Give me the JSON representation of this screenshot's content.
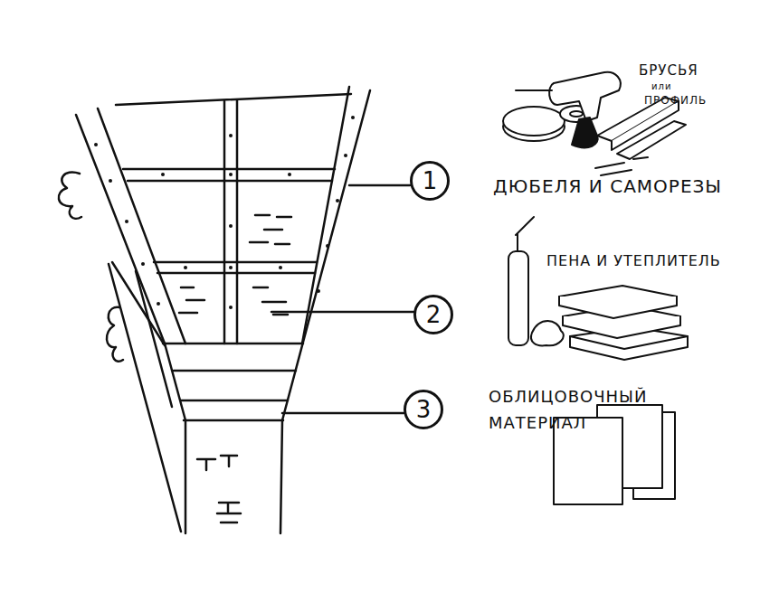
{
  "diagram": {
    "nodes": [
      {
        "text": [
          "1"
        ]
      },
      {
        "text": [
          "2"
        ]
      },
      {
        "text": [
          "3"
        ]
      }
    ],
    "labels": [
      "БРУСЬЯ",
      "или",
      "ПРОФИЛЬ",
      "ДЮБЕЛЯ И САМОРЕЗЫ",
      "ПЕНА И УТЕПЛИТЕЛЬ",
      "ОБЛИЦОВОЧНЫЙ МАТЕРИАЛ"
    ]
  }
}
